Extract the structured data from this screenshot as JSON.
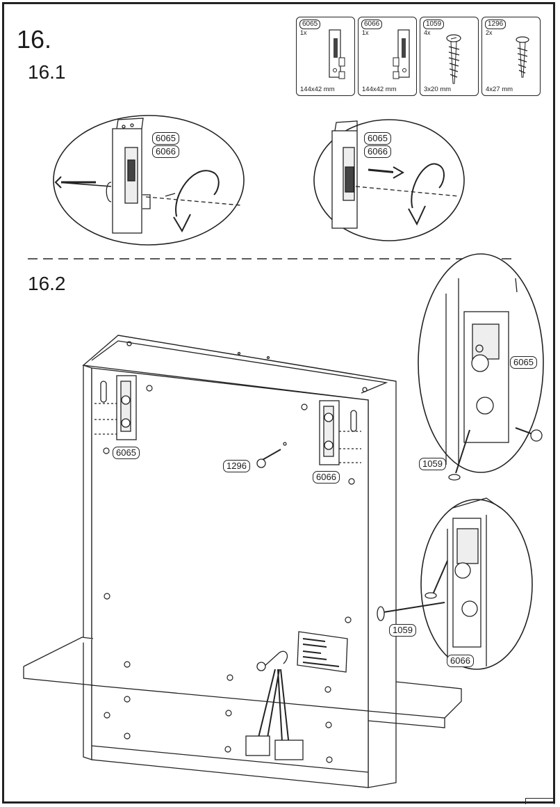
{
  "step": {
    "number": "16."
  },
  "substeps": {
    "a": "16.1",
    "b": "16.2"
  },
  "parts": [
    {
      "code": "6065",
      "qty": "1x",
      "size": "144x42 mm",
      "icon": "hanger-bracket-icon"
    },
    {
      "code": "6066",
      "qty": "1x",
      "size": "144x42 mm",
      "icon": "hanger-bracket-icon"
    },
    {
      "code": "1059",
      "qty": "4x",
      "size": "3x20 mm",
      "icon": "screw-icon"
    },
    {
      "code": "1296",
      "qty": "2x",
      "size": "4x27 mm",
      "icon": "screw-icon"
    }
  ],
  "callouts": {
    "c1_a": "6065",
    "c1_b": "6066",
    "c2_a": "6065",
    "c2_b": "6066",
    "back_left": "6065",
    "back_right": "6066",
    "back_screw": "1296",
    "detail_top_part": "6065",
    "detail_top_screw": "1059",
    "detail_bottom_screw": "1059",
    "detail_bottom_part": "6066"
  },
  "colors": {
    "line": "#222222",
    "background": "#ffffff"
  }
}
